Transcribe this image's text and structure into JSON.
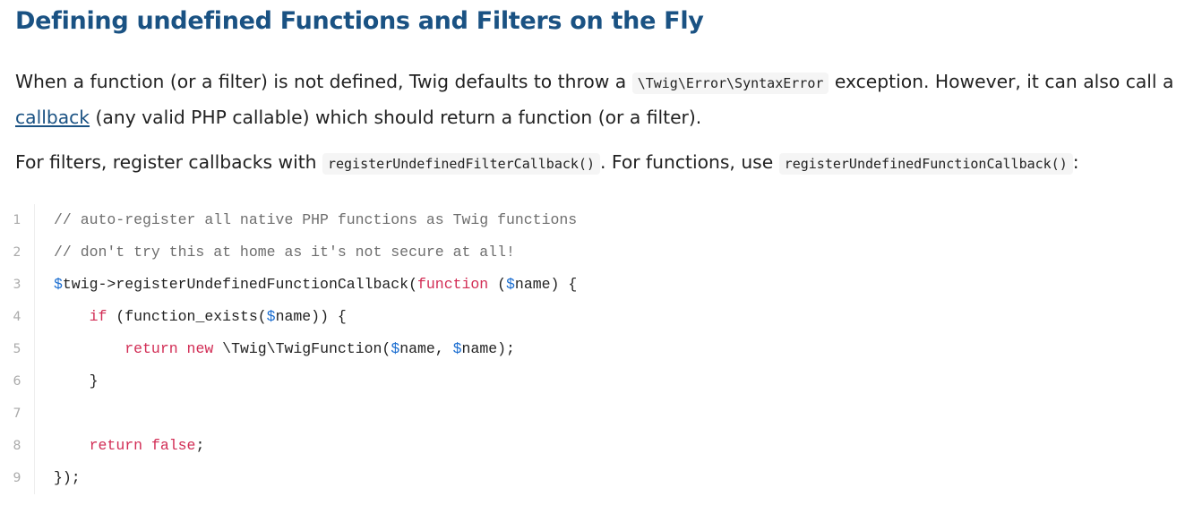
{
  "title": "Defining undefined Functions and Filters on the Fly",
  "para1": {
    "t1": "When a function (or a filter) is not defined, Twig defaults to throw a ",
    "code": "\\Twig\\Error\\SyntaxError",
    "t2": " exception. However, it can also call a ",
    "link": "callback",
    "t3": " (any valid PHP callable) which should return a function (or a filter)."
  },
  "para2": {
    "t1": "For filters, register callbacks with ",
    "code1": "registerUndefinedFilterCallback()",
    "t2": ". For functions, use ",
    "code2": "registerUndefinedFunctionCallback()",
    "t3": ":"
  },
  "code_lines": [
    [
      [
        "comment",
        "// auto-register all native PHP functions as Twig functions"
      ]
    ],
    [
      [
        "comment",
        "// don't try this at home as it's not secure at all!"
      ]
    ],
    [
      [
        "var",
        "$"
      ],
      [
        "plain",
        "twig->registerUndefinedFunctionCallback("
      ],
      [
        "kw",
        "function"
      ],
      [
        "plain",
        " ("
      ],
      [
        "var",
        "$"
      ],
      [
        "plain",
        "name) {"
      ]
    ],
    [
      [
        "plain",
        "    "
      ],
      [
        "kw",
        "if"
      ],
      [
        "plain",
        " (function_exists("
      ],
      [
        "var",
        "$"
      ],
      [
        "plain",
        "name)) {"
      ]
    ],
    [
      [
        "plain",
        "        "
      ],
      [
        "kw",
        "return"
      ],
      [
        "plain",
        " "
      ],
      [
        "kw",
        "new"
      ],
      [
        "plain",
        " \\Twig\\TwigFunction("
      ],
      [
        "var",
        "$"
      ],
      [
        "plain",
        "name, "
      ],
      [
        "var",
        "$"
      ],
      [
        "plain",
        "name);"
      ]
    ],
    [
      [
        "plain",
        "    }"
      ]
    ],
    [
      [
        "plain",
        ""
      ]
    ],
    [
      [
        "plain",
        "    "
      ],
      [
        "kw",
        "return"
      ],
      [
        "plain",
        " "
      ],
      [
        "kw",
        "false"
      ],
      [
        "plain",
        ";"
      ]
    ],
    [
      [
        "plain",
        "});"
      ]
    ]
  ]
}
